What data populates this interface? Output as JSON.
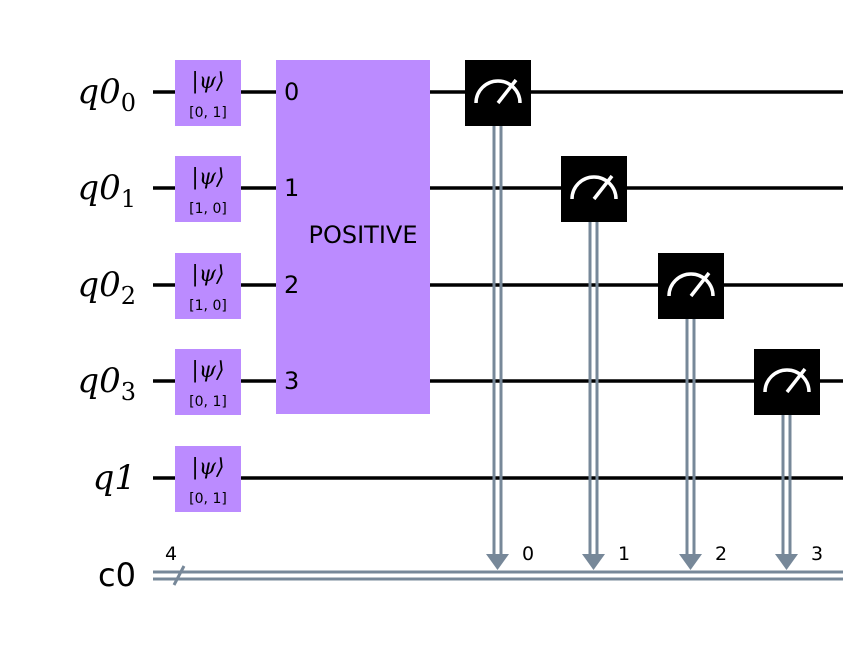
{
  "colors": {
    "gate_fill": "#bb8bff",
    "measure_fill": "#000000",
    "classical_wire": "#778899",
    "quantum_wire": "#000000"
  },
  "qubits": [
    {
      "base": "q0",
      "sub": "0"
    },
    {
      "base": "q0",
      "sub": "1"
    },
    {
      "base": "q0",
      "sub": "2"
    },
    {
      "base": "q0",
      "sub": "3"
    },
    {
      "base": "q1",
      "sub": ""
    }
  ],
  "classical_register": {
    "label": "c0",
    "size": "4"
  },
  "initialize_gates": [
    {
      "symbol": "|ψ⟩",
      "params": "[0, 1]"
    },
    {
      "symbol": "|ψ⟩",
      "params": "[1, 0]"
    },
    {
      "symbol": "|ψ⟩",
      "params": "[1, 0]"
    },
    {
      "symbol": "|ψ⟩",
      "params": "[0, 1]"
    },
    {
      "symbol": "|ψ⟩",
      "params": "[0, 1]"
    }
  ],
  "block_gate": {
    "label": "POSITIVE",
    "ports": [
      "0",
      "1",
      "2",
      "3"
    ]
  },
  "measurements": [
    {
      "qubit_index": 0,
      "bit": "0",
      "icon": "measure-meter-icon"
    },
    {
      "qubit_index": 1,
      "bit": "1",
      "icon": "measure-meter-icon"
    },
    {
      "qubit_index": 2,
      "bit": "2",
      "icon": "measure-meter-icon"
    },
    {
      "qubit_index": 3,
      "bit": "3",
      "icon": "measure-meter-icon"
    }
  ]
}
